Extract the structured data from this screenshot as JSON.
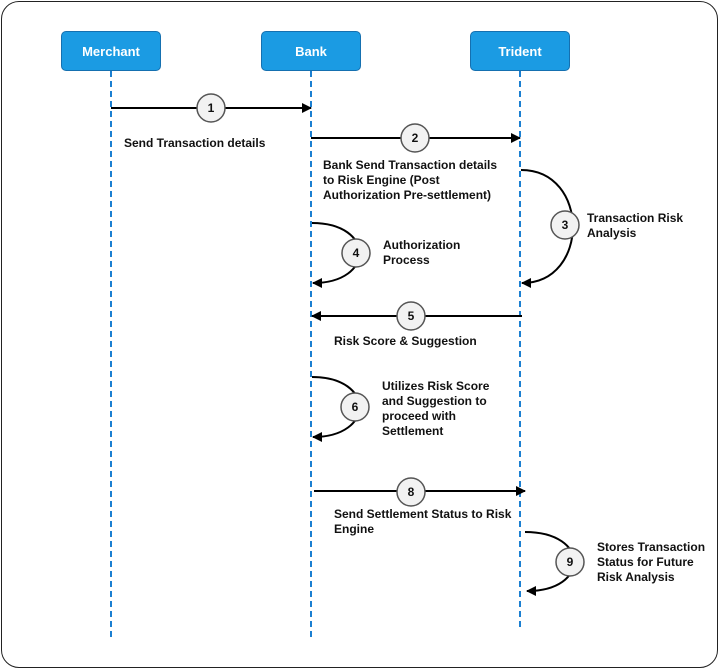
{
  "actors": {
    "merchant": "Merchant",
    "bank": "Bank",
    "trident": "Trident"
  },
  "steps": [
    {
      "num": "1",
      "label": "Send Transaction details"
    },
    {
      "num": "2",
      "label": "Bank Send Transaction details\nto Risk Engine (Post\nAuthorization Pre-settlement)"
    },
    {
      "num": "3",
      "label": "Transaction Risk\nAnalysis"
    },
    {
      "num": "4",
      "label": "Authorization\nProcess"
    },
    {
      "num": "5",
      "label": "Risk Score & Suggestion"
    },
    {
      "num": "6",
      "label": "Utilizes Risk Score\nand Suggestion to\nproceed with\nSettlement"
    },
    {
      "num": "8",
      "label": "Send Settlement Status to Risk\nEngine"
    },
    {
      "num": "9",
      "label": "Stores Transaction\nStatus for Future\nRisk Analysis"
    }
  ],
  "colors": {
    "actor_fill": "#1b9be3",
    "lifeline": "#1b7fd1",
    "step_circle": "#f2f2f2"
  }
}
